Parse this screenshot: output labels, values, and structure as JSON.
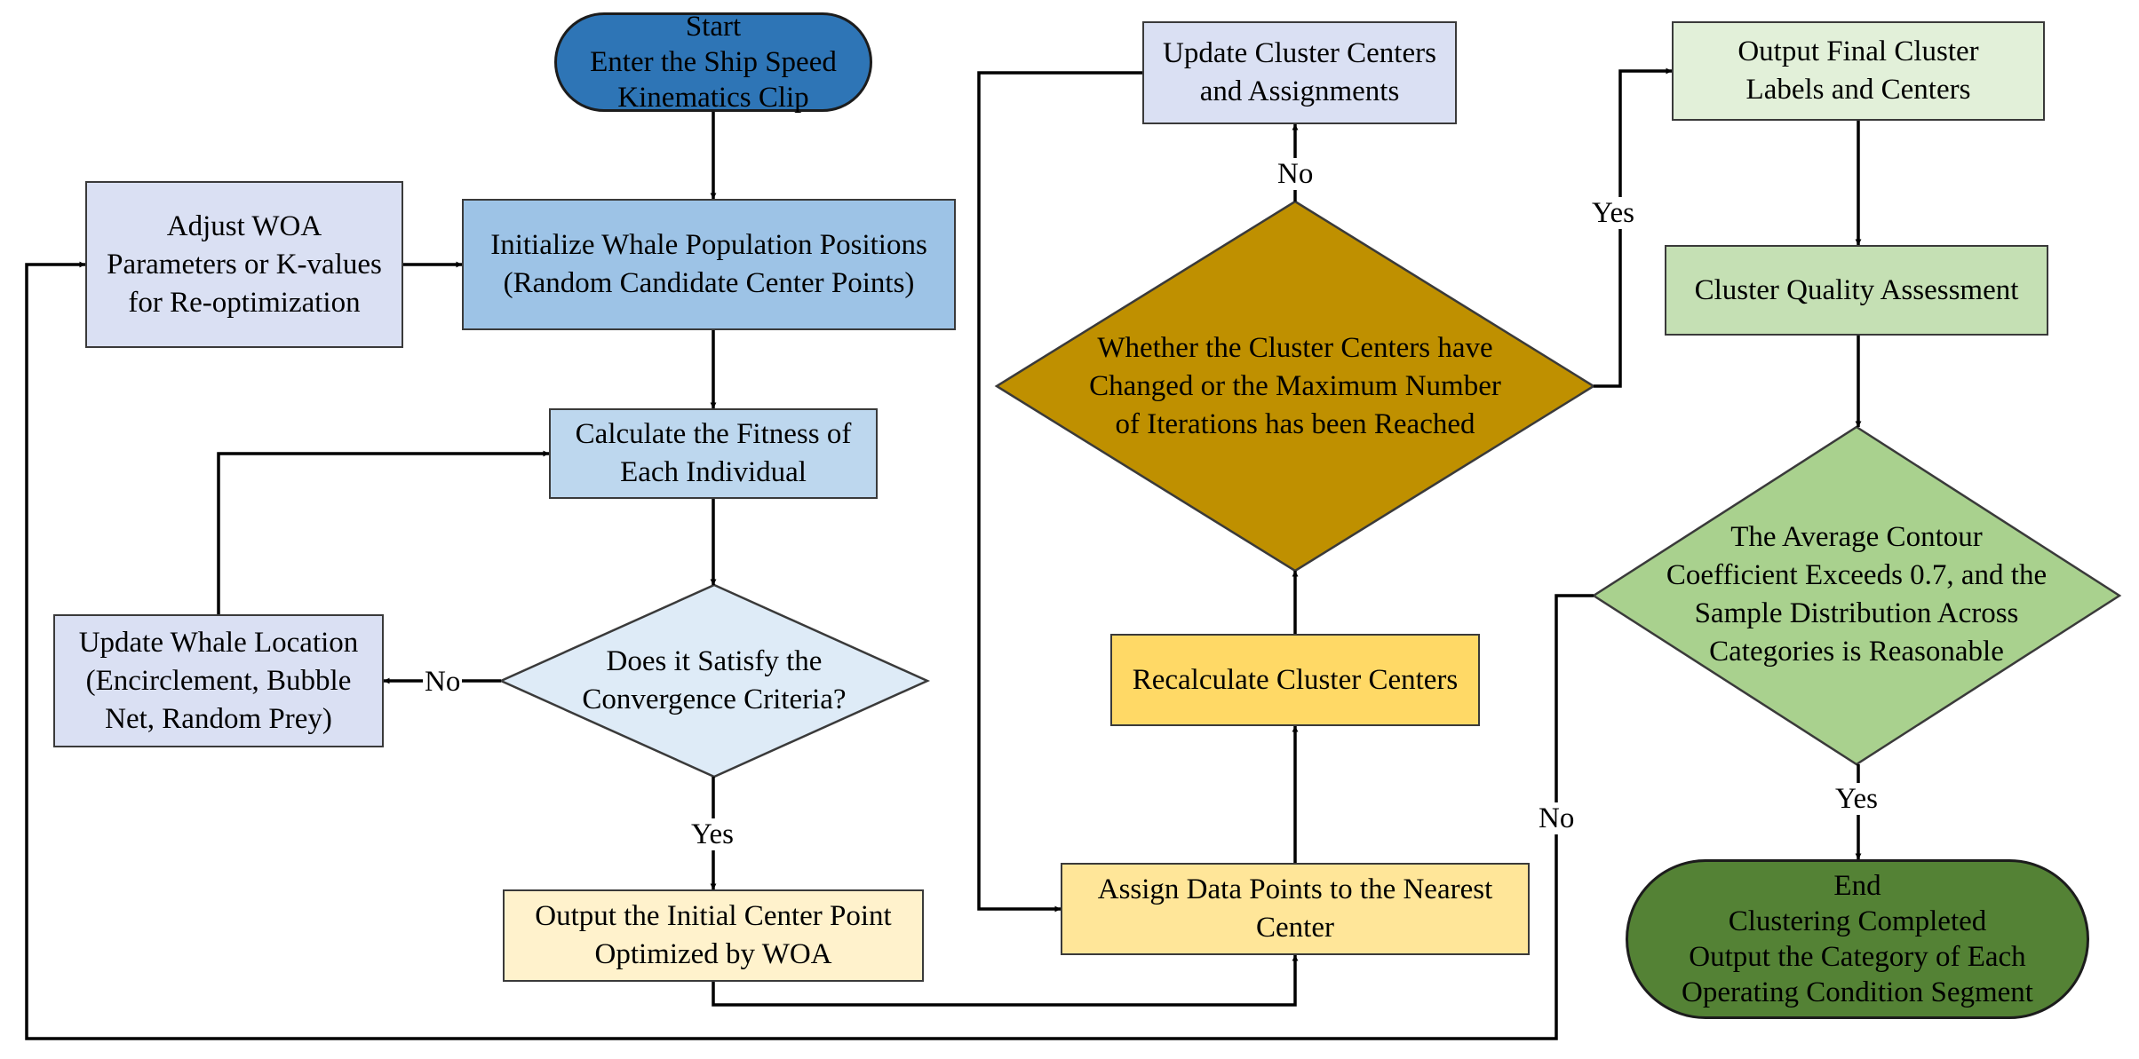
{
  "colors": {
    "start_fill": "#2e75b6",
    "init_fill": "#9dc3e6",
    "fitness_fill": "#bdd7ee",
    "converge_fill": "#deebf7",
    "woa_boxes_fill": "#dae0f3",
    "output_init_fill": "#fff2cc",
    "assign_fill": "#ffe699",
    "recalc_fill": "#ffd966",
    "cluster_decision_fill": "#bf9000",
    "final_output_fill": "#e2f0d9",
    "quality_fill": "#c5e0b4",
    "quality_decision_fill": "#a9d18e",
    "end_fill": "#548235",
    "line": "#000000"
  },
  "nodes": {
    "start": "Start\nEnter the Ship Speed\nKinematics Clip",
    "adjust": "Adjust WOA\nParameters or K-values\nfor Re-optimization",
    "init": "Initialize Whale Population Positions\n(Random Candidate Center Points)",
    "fitness": "Calculate the Fitness of\nEach Individual",
    "update_whale": "Update Whale Location\n(Encirclement, Bubble\nNet, Random Prey)",
    "converge": "Does it Satisfy the\nConvergence Criteria?",
    "output_initial": "Output the Initial Center Point\nOptimized by WOA",
    "update_clusters": "Update Cluster Centers\nand Assignments",
    "cluster_decision": "Whether the Cluster Centers have\nChanged or the Maximum Number\nof Iterations has been Reached",
    "recalc": "Recalculate Cluster Centers",
    "assign": "Assign Data Points to the Nearest\nCenter",
    "final_output": "Output Final Cluster\nLabels and Centers",
    "quality": "Cluster Quality Assessment",
    "quality_decision": "The Average Contour\nCoefficient Exceeds 0.7, and the\nSample Distribution Across\nCategories is Reasonable",
    "end": "End\nClustering Completed\nOutput the Category of Each\nOperating Condition Segment"
  },
  "edge_labels": {
    "converge_no": "No",
    "converge_yes": "Yes",
    "cluster_no": "No",
    "cluster_yes": "Yes",
    "quality_no": "No",
    "quality_yes": "Yes"
  }
}
